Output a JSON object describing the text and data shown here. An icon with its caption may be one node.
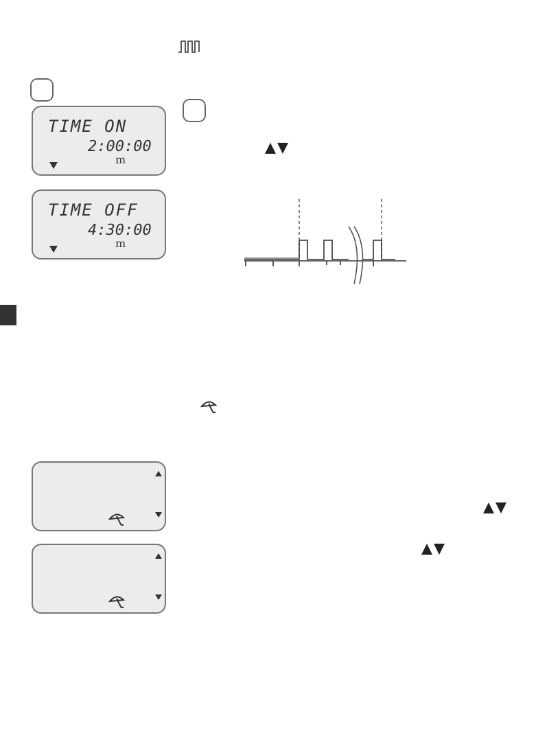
{
  "diagram": {
    "labels": [
      "TIME ON",
      "2:00:00",
      "m",
      "TIME OFF",
      "4:30:00",
      "m"
    ]
  }
}
